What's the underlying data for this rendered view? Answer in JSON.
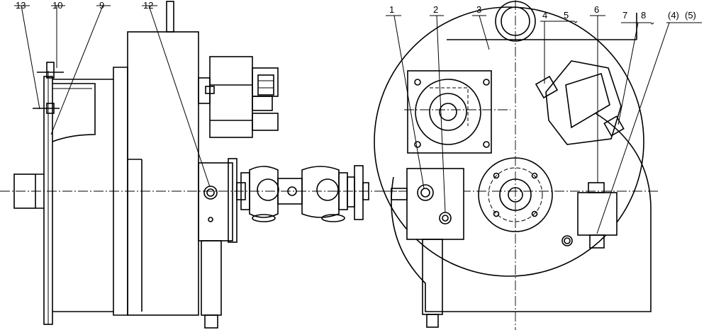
{
  "side_view": {
    "labels": [
      "13",
      "10",
      "9",
      "12"
    ]
  },
  "front_view": {
    "labels": [
      "1",
      "2",
      "3",
      "4",
      "5",
      "6",
      "7",
      "8",
      "(4)",
      "(5)"
    ]
  }
}
